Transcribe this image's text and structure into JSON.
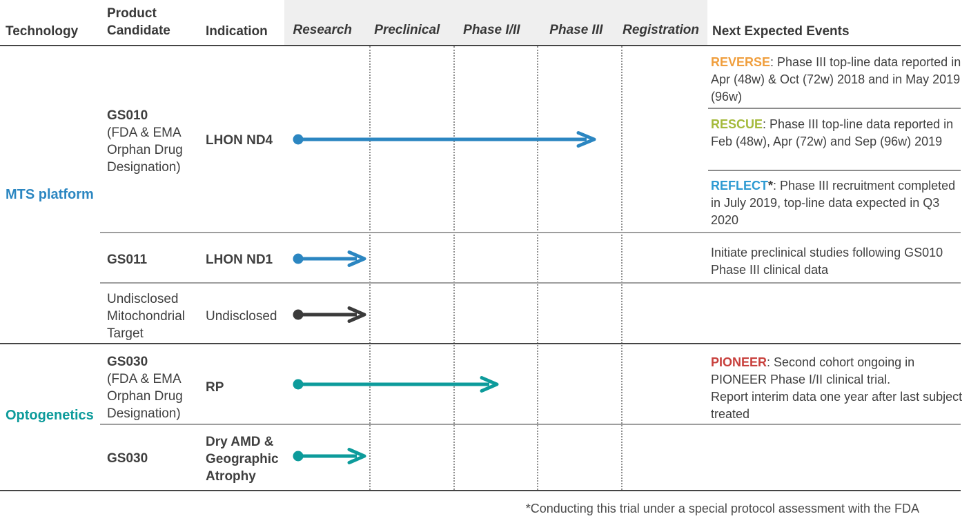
{
  "header": {
    "technology": "Technology",
    "product_candidate": "Product Candidate",
    "indication": "Indication",
    "phases": [
      "Research",
      "Preclinical",
      "Phase I/II",
      "Phase III",
      "Registration"
    ],
    "events_label": "Next Expected Events"
  },
  "colors": {
    "mts_blue": "#2B86C1",
    "optogenetics_teal": "#0D9B9B",
    "reverse_orange": "#F09E3D",
    "rescue_green": "#A4BA3B",
    "reflect_blue": "#2D9AD2",
    "pioneer_red": "#C8403C",
    "dark_arrow": "#3B3B3B",
    "header_band_gray": "#EFEFEF"
  },
  "sections": [
    {
      "technology": "MTS platform",
      "color": "#2B86C1",
      "rows": [
        {
          "candidate": "GS010",
          "candidate_note": "(FDA & EMA Orphan Drug Designation)",
          "indication": "LHON ND4",
          "arrow": {
            "color": "#2B86C1",
            "from": "Research",
            "to": "Phase III"
          },
          "events": [
            {
              "name": "REVERSE",
              "name_color": "#F09E3D",
              "suffix": "",
              "text": ": Phase III top-line data reported in Apr (48w) & Oct (72w) 2018 and in May 2019 (96w)"
            },
            {
              "name": "RESCUE",
              "name_color": "#A4BA3B",
              "suffix": "",
              "text": ": Phase III top-line data reported in Feb (48w), Apr (72w) and Sep (96w) 2019"
            },
            {
              "name": "REFLECT",
              "name_color": "#2D9AD2",
              "suffix": "*",
              "text": ": Phase III recruitment completed in July 2019, top-line data expected in Q3 2020"
            }
          ]
        },
        {
          "candidate": "GS011",
          "indication": "LHON ND1",
          "arrow": {
            "color": "#2B86C1",
            "from": "Research",
            "to": "Preclinical"
          },
          "event_text": "Initiate preclinical studies following GS010 Phase III clinical data"
        },
        {
          "candidate": "Undisclosed Mitochondrial Target",
          "indication": "Undisclosed",
          "arrow": {
            "color": "#3B3B3B",
            "from": "Research",
            "to": "Preclinical"
          }
        }
      ]
    },
    {
      "technology": "Optogenetics",
      "color": "#0D9B9B",
      "rows": [
        {
          "candidate": "GS030",
          "candidate_note": "(FDA & EMA Orphan Drug Designation)",
          "indication": "RP",
          "arrow": {
            "color": "#0D9B9B",
            "from": "Research",
            "to": "Phase I/II"
          },
          "events": [
            {
              "name": "PIONEER",
              "name_color": "#C8403C",
              "suffix": "",
              "text": ": Second cohort ongoing in PIONEER Phase I/II clinical trial.\nReport interim data one year after last subject treated"
            }
          ]
        },
        {
          "candidate": "GS030",
          "indication": "Dry AMD & Geographic Atrophy",
          "arrow": {
            "color": "#0D9B9B",
            "from": "Research",
            "to": "Preclinical"
          }
        }
      ]
    }
  ],
  "footnote": "*Conducting this trial under a special protocol assessment with the FDA"
}
